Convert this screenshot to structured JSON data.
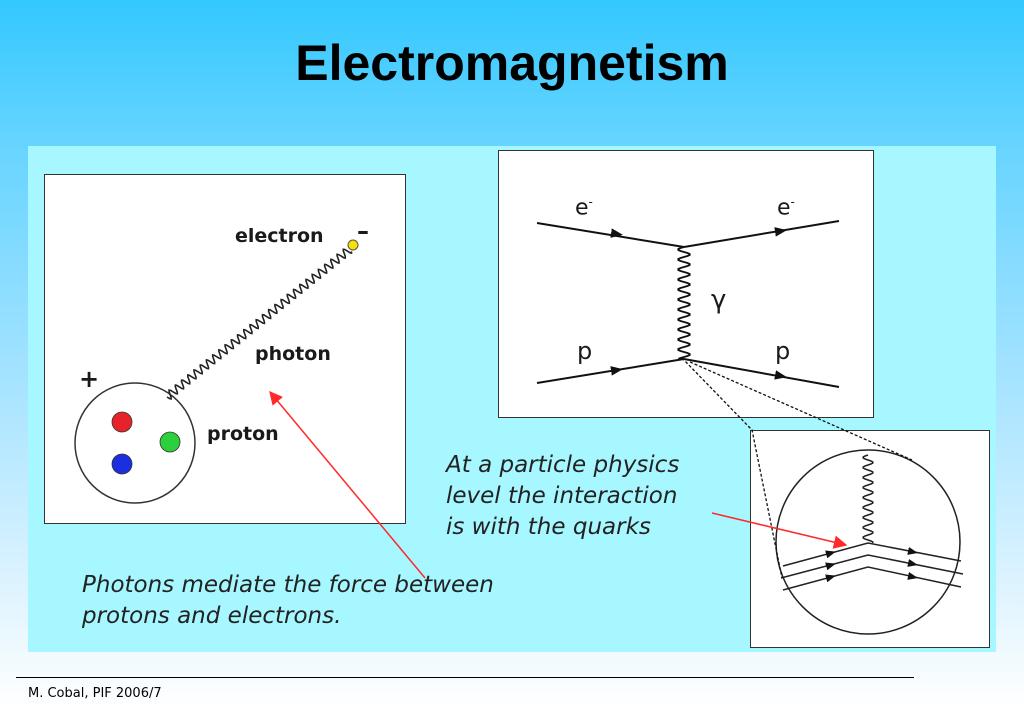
{
  "slide": {
    "title": "Electromagnetism"
  },
  "atom_diagram": {
    "electron_label": "electron",
    "electron_charge": "–",
    "photon_label": "photon",
    "proton_label": "proton",
    "proton_charge": "+",
    "quark_colors": [
      "#e8222a",
      "#2ccf3c",
      "#1c2fe0"
    ],
    "electron_color": "#f5e200"
  },
  "feynman_diagram": {
    "electron_in": "e",
    "electron_out": "e",
    "electron_superscript": "-",
    "proton_in": "p",
    "proton_out": "p",
    "photon_symbol": "γ"
  },
  "notes": {
    "quark_note": [
      "At a particle physics",
      "level the interaction",
      "is with the quarks"
    ],
    "force_note": [
      "Photons mediate the force between",
      "protons and electrons."
    ]
  },
  "colors": {
    "arrow": "#ff2a2a",
    "panel": "#a6f7ff"
  },
  "footer": {
    "text": "M. Cobal, PIF 2006/7"
  }
}
